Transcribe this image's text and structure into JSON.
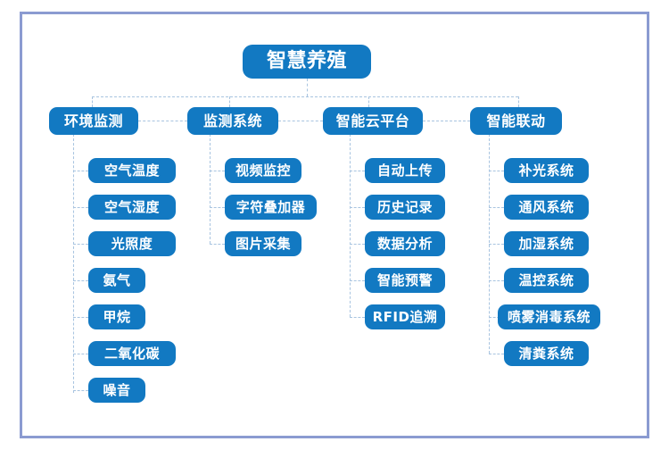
{
  "diagram": {
    "type": "tree",
    "title": "智慧养殖",
    "colors": {
      "node_fill": "#1279c2",
      "node_text": "#ffffff",
      "connector": "#a8c4e0",
      "frame_border": "#8b9bd1",
      "background": "#ffffff"
    },
    "root": {
      "label": "智慧养殖"
    },
    "branches": [
      {
        "label": "环境监测",
        "children": [
          {
            "label": "空气温度"
          },
          {
            "label": "空气湿度"
          },
          {
            "label": "光照度"
          },
          {
            "label": "氨气"
          },
          {
            "label": "甲烷"
          },
          {
            "label": "二氧化碳"
          },
          {
            "label": "噪音"
          }
        ]
      },
      {
        "label": "监测系统",
        "children": [
          {
            "label": "视频监控"
          },
          {
            "label": "字符叠加器"
          },
          {
            "label": "图片采集"
          }
        ]
      },
      {
        "label": "智能云平台",
        "children": [
          {
            "label": "自动上传"
          },
          {
            "label": "历史记录"
          },
          {
            "label": "数据分析"
          },
          {
            "label": "智能预警"
          },
          {
            "label": "RFID追溯"
          }
        ]
      },
      {
        "label": "智能联动",
        "children": [
          {
            "label": "补光系统"
          },
          {
            "label": "通风系统"
          },
          {
            "label": "加湿系统"
          },
          {
            "label": "温控系统"
          },
          {
            "label": "喷雾消毒系统"
          },
          {
            "label": "清粪系统"
          }
        ]
      }
    ]
  }
}
